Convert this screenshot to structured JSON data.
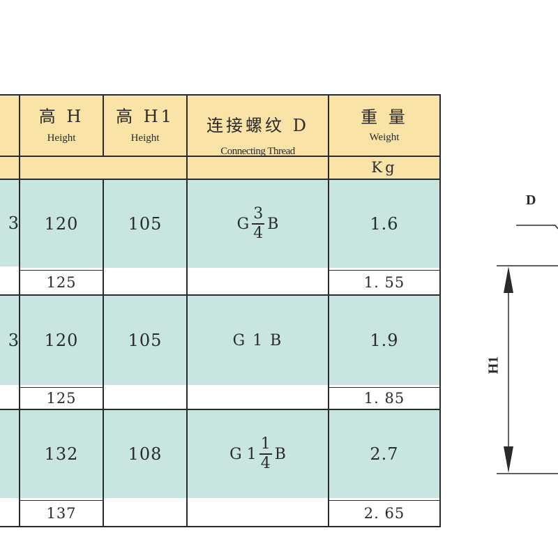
{
  "table": {
    "headers": [
      {
        "cn": "高 H",
        "en": "Height"
      },
      {
        "cn": "高 H1",
        "en": "Height"
      },
      {
        "cn": "连接螺纹 D",
        "en": "Connecting Thread"
      },
      {
        "cn": "重 量",
        "en": "Weight",
        "unit": "Kg"
      }
    ],
    "rows": [
      {
        "left_partial": "3",
        "h": "120",
        "h1": "105",
        "thread": {
          "prefix": "G",
          "num": "3",
          "den": "4",
          "suffix": "B"
        },
        "weight": "1.6",
        "alt_h": "125",
        "alt_weight": "1. 55"
      },
      {
        "left_partial": "3",
        "h": "120",
        "h1": "105",
        "thread": {
          "text": "G 1 B"
        },
        "weight": "1.9",
        "alt_h": "125",
        "alt_weight": "1. 85"
      },
      {
        "left_partial": "",
        "h": "132",
        "h1": "108",
        "thread": {
          "prefix": "G 1",
          "num": "1",
          "den": "4",
          "suffix": "B"
        },
        "weight": "2.7",
        "alt_h": "137",
        "alt_weight": "2. 65"
      }
    ]
  },
  "diagram": {
    "label_d": "D",
    "label_h1": "H1"
  }
}
